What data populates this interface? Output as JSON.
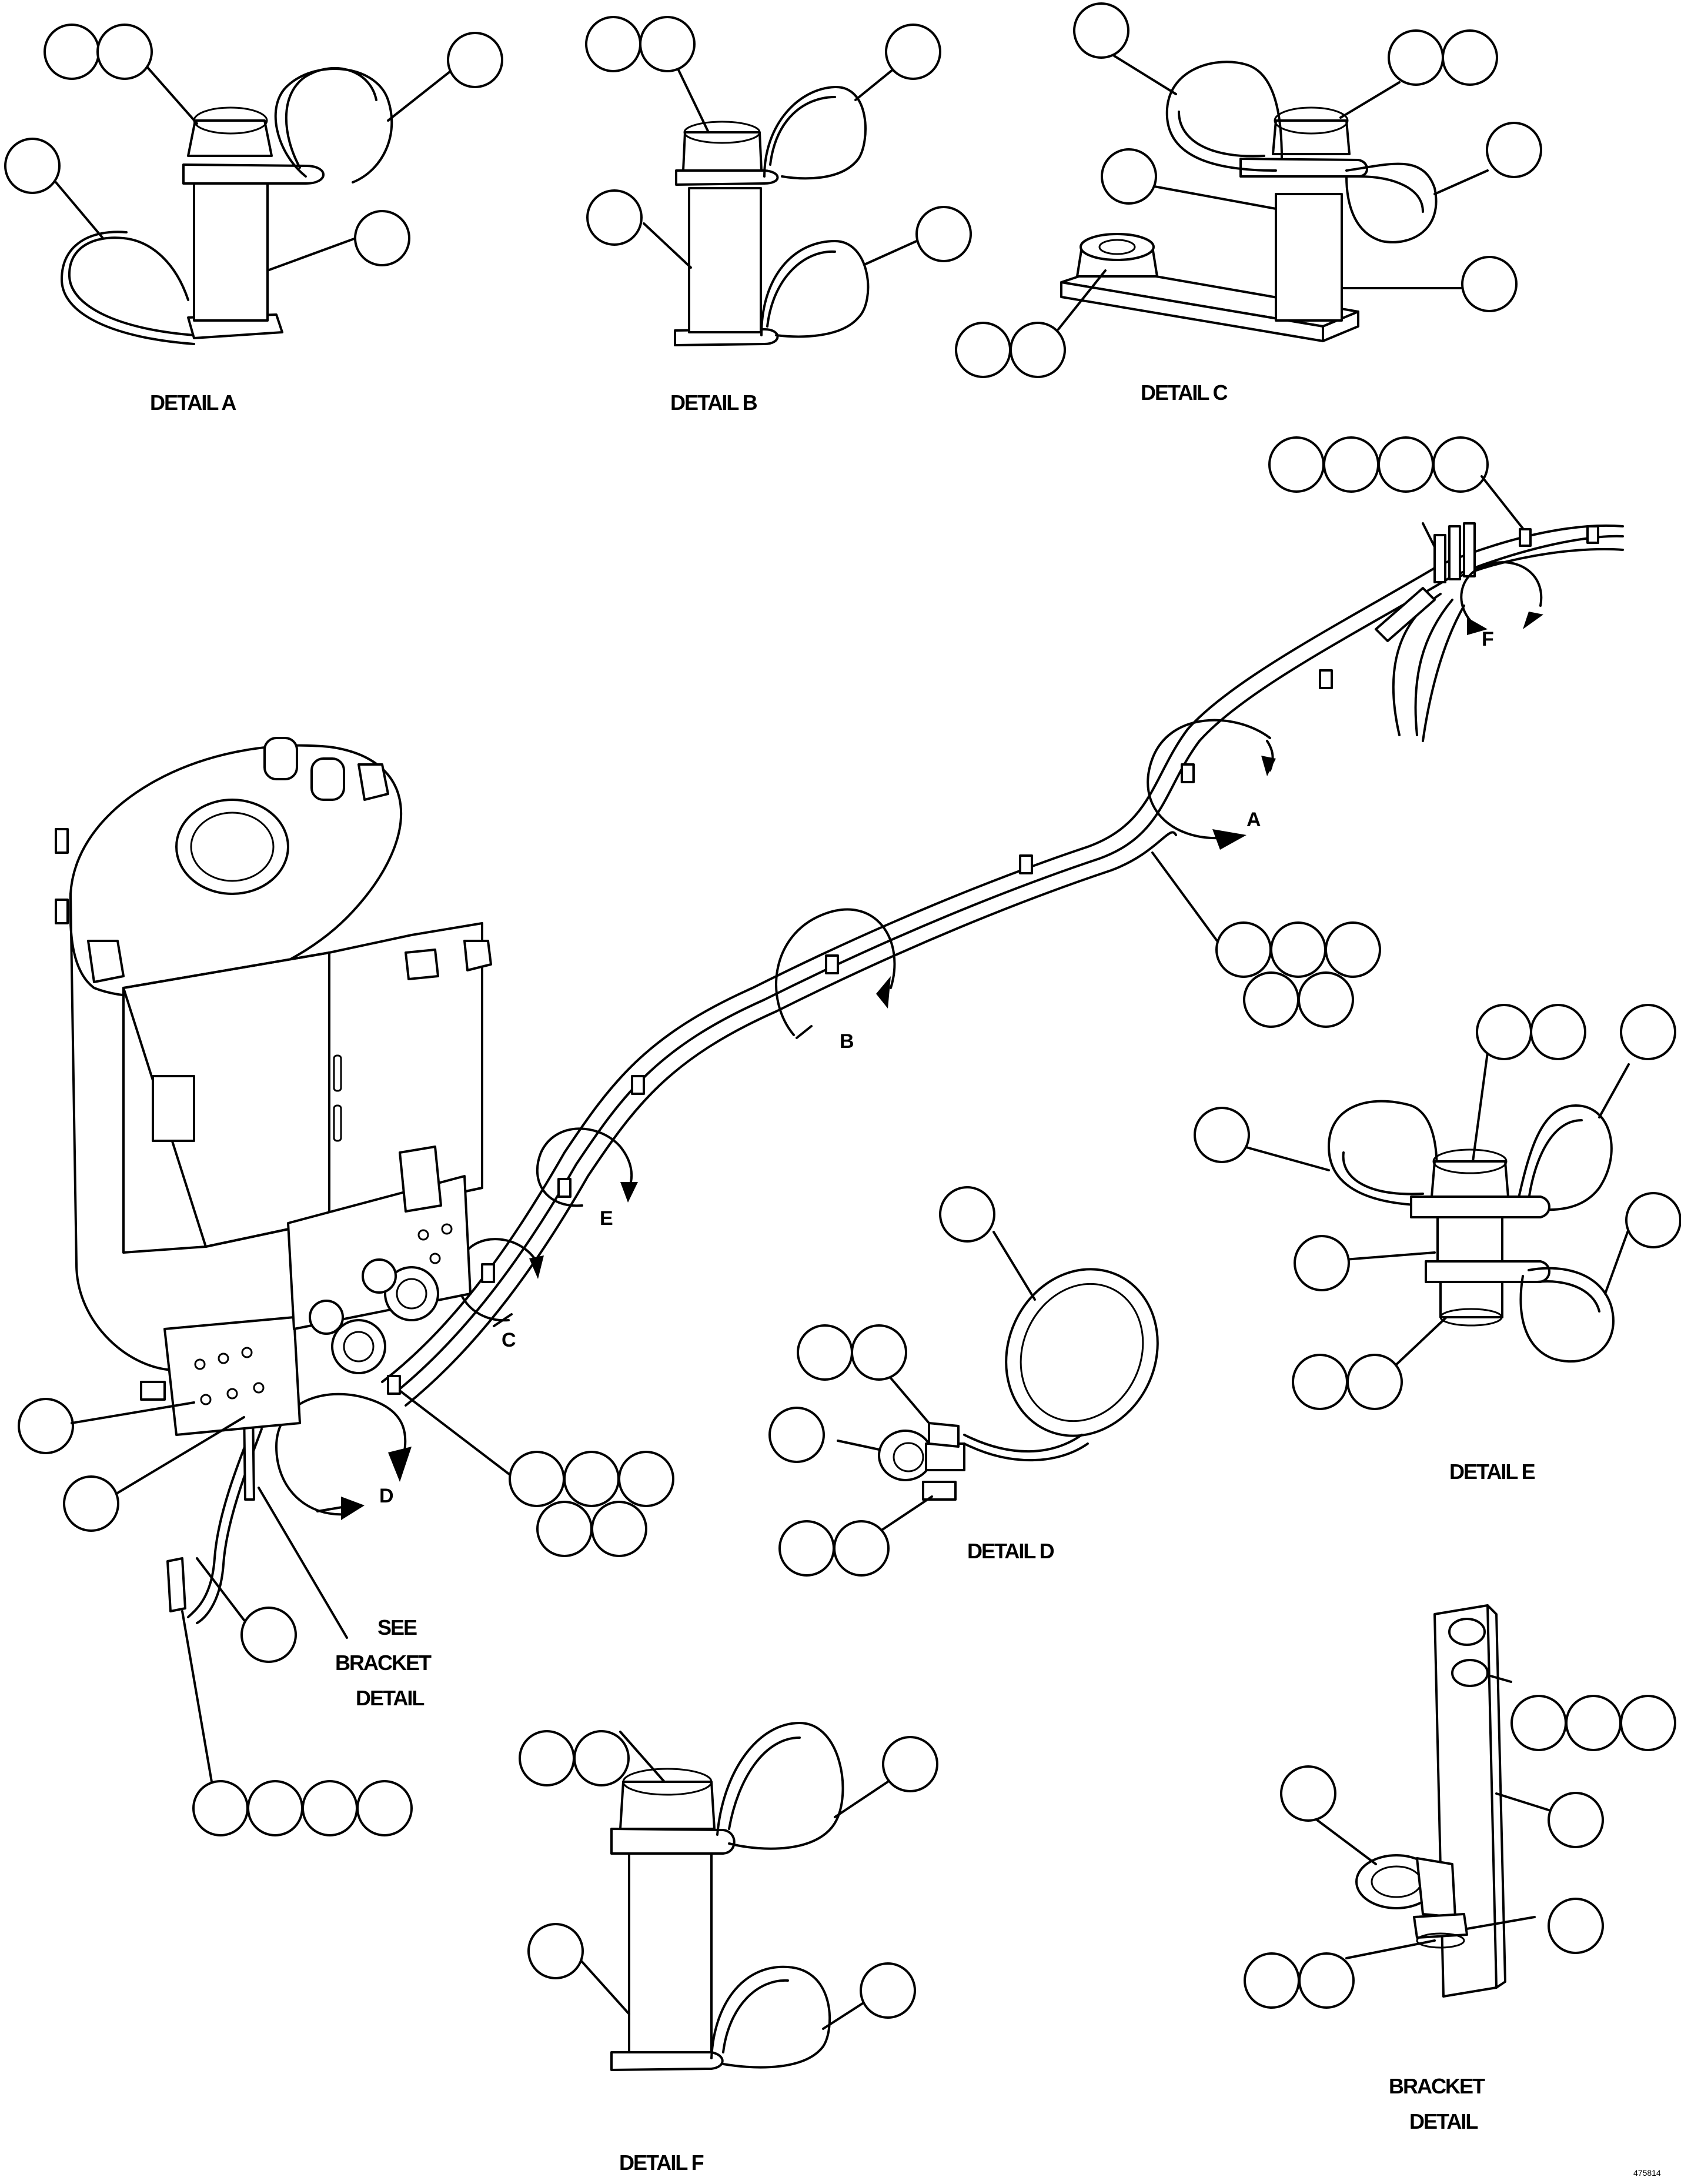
{
  "labels": {
    "detail_a": "DETAIL A",
    "detail_b": "DETAIL B",
    "detail_c": "DETAIL C",
    "detail_d": "DETAIL D",
    "detail_e": "DETAIL E",
    "detail_f": "DETAIL F",
    "bracket_detail_1": "BRACKET",
    "bracket_detail_2": "DETAIL",
    "see_bracket_1": "SEE",
    "see_bracket_2": "BRACKET",
    "see_bracket_3": "DETAIL",
    "figure_number": "475814"
  },
  "callouts": {
    "a": "A",
    "b": "B",
    "c": "C",
    "d": "D",
    "e": "E",
    "f": "F"
  }
}
